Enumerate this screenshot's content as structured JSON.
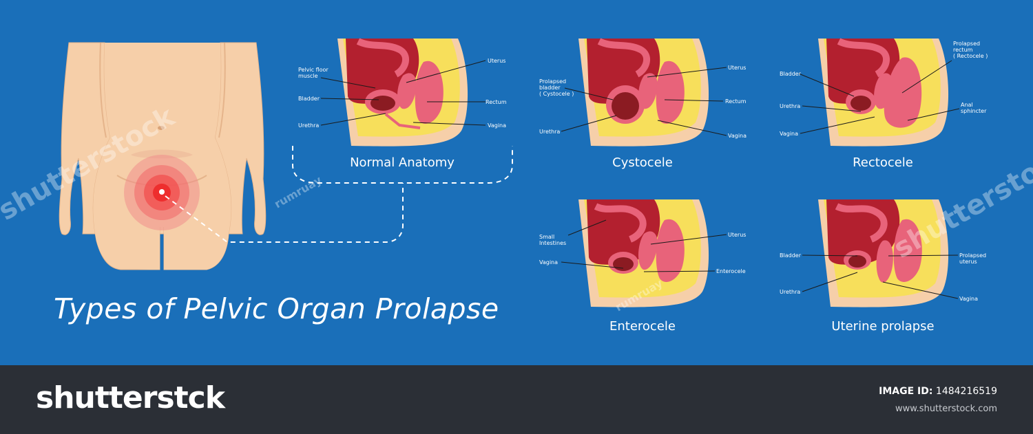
{
  "title": "Types of Pelvic Organ Prolapse",
  "panels": [
    {
      "caption": "Normal Anatomy",
      "labels": [
        "Pelvic floor\nmuscle",
        "Bladder",
        "Urethra",
        "Uterus",
        "Rectum",
        "Vagina"
      ]
    },
    {
      "caption": "Cystocele",
      "labels": [
        "Prolapsed\nbladder\n( Cystocele )",
        "Urethra",
        "Uterus",
        "Rectum",
        "Vagina"
      ]
    },
    {
      "caption": "Rectocele",
      "labels": [
        "Bladder",
        "Urethra",
        "Vagina",
        "Prolapsed\nrectum\n( Rectocele )",
        "Anal\nsphincter"
      ]
    },
    {
      "caption": "Enterocele",
      "labels": [
        "Small\nIntestines",
        "Vagina",
        "Uterus",
        "Enterocele"
      ]
    },
    {
      "caption": "Uterine prolapse",
      "labels": [
        "Bladder",
        "Urethra",
        "Prolapsed\nuterus",
        "Vagina"
      ]
    }
  ],
  "watermarks": {
    "brand": "shutterstock",
    "author": "rumruay"
  },
  "footer": {
    "brand": "shutterstck",
    "image_id_label": "IMAGE ID:",
    "image_id": "1484216519",
    "url": "www.shutterstock.com"
  },
  "colors": {
    "background": "#1a6fb9",
    "footer": "#2b2f36",
    "skin": "#f6cfa9",
    "organ": "#e8637a",
    "fat": "#f7df5b",
    "cavity": "#b3202f"
  }
}
